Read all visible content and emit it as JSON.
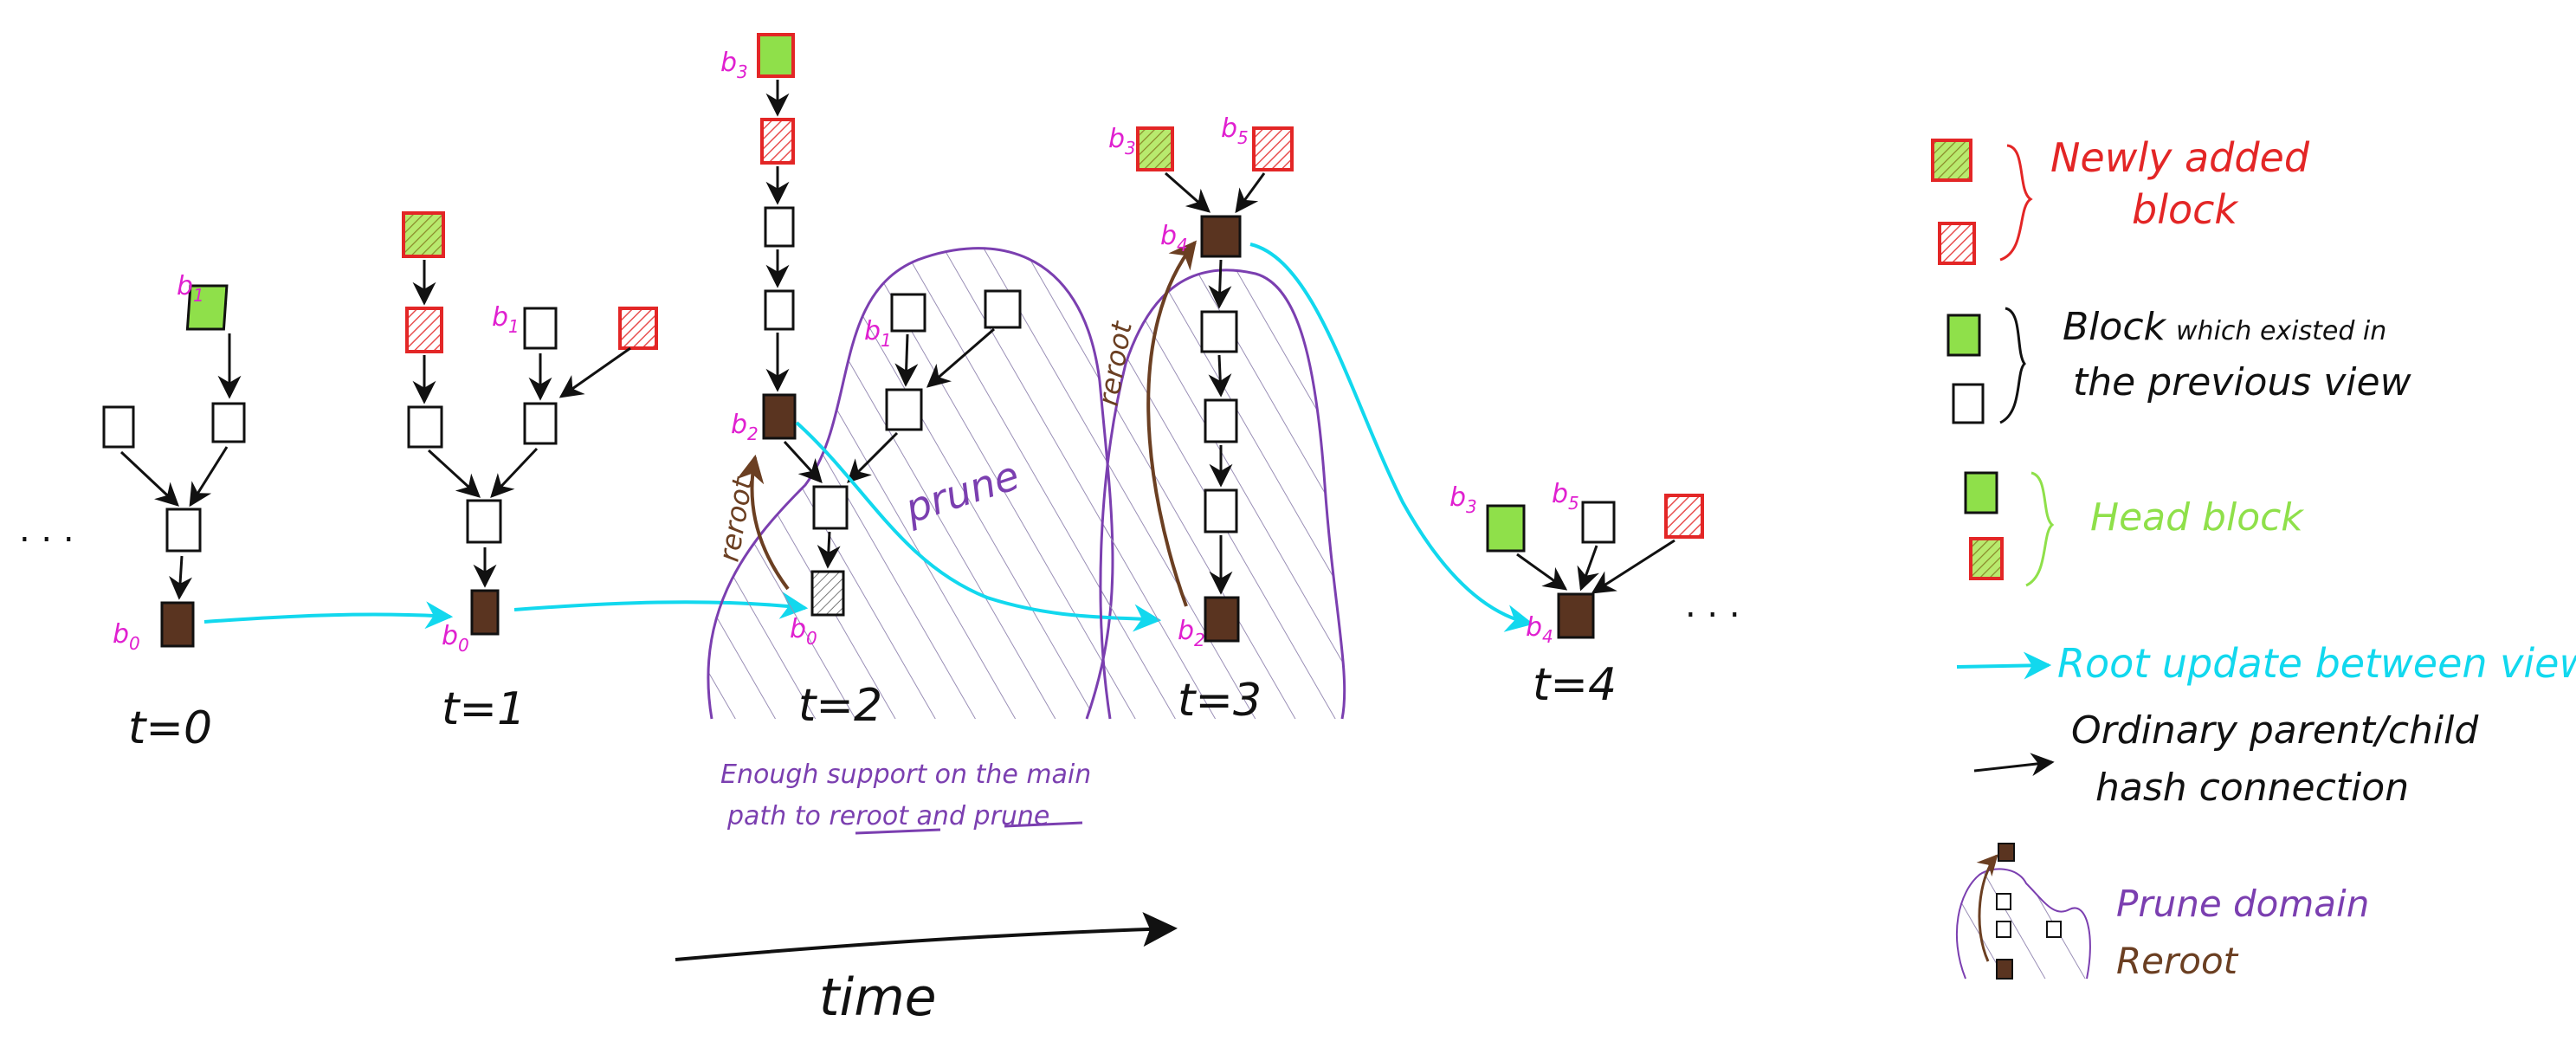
{
  "colors": {
    "head": "#8fe04a",
    "new_border": "#e32626",
    "new_hatch": "#f08080",
    "root": "#5a3420",
    "black": "#111111",
    "cyan": "#12d8ee",
    "purple": "#7b3fb0",
    "brown": "#6b3f22",
    "pink": "#e020d0"
  },
  "labels": {
    "b0": "b",
    "sub0": "0",
    "b1": "b",
    "sub1": "1",
    "b2": "b",
    "sub2": "2",
    "b3": "b",
    "sub3": "3",
    "b4": "b",
    "sub4": "4",
    "b5": "b",
    "sub5": "5",
    "dots": ". . .",
    "t0": "t=0",
    "t1": "t=1",
    "t2": "t=2",
    "t3": "t=3",
    "t4": "t=4",
    "prune": "prune",
    "reroot": "reroot",
    "time": "time"
  },
  "note": {
    "line1": "Enough support on the main",
    "line2_a": "path to ",
    "line2_reroot": "reroot",
    "line2_and": " and ",
    "line2_prune": "prune"
  },
  "legend": {
    "newly_added_1": "Newly added",
    "newly_added_2": "block",
    "existed_1": "Block",
    "existed_small": "which existed in",
    "existed_2": "the previous view",
    "head_block": "Head block",
    "root_update": "Root update between views",
    "ordinary_1": "Ordinary parent/child",
    "ordinary_2": "hash connection",
    "prune_domain": "Prune domain",
    "reroot": "Reroot"
  }
}
